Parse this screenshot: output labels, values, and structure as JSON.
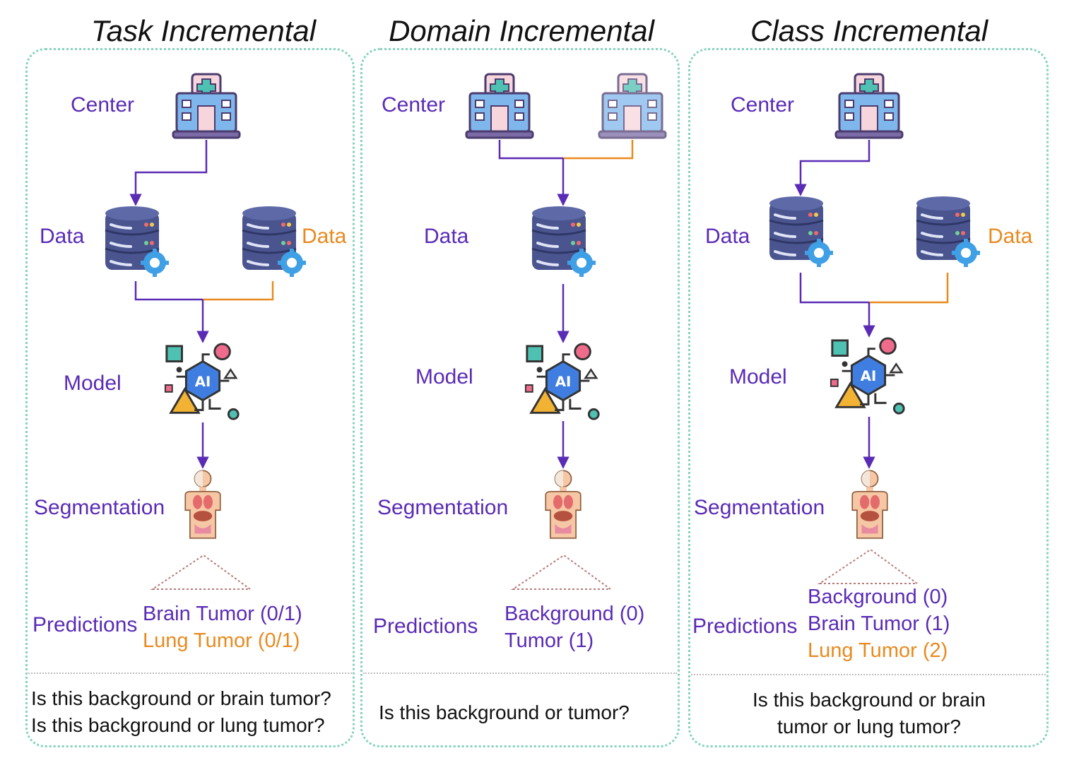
{
  "columns": [
    {
      "title": "Task Incremental",
      "labels": {
        "center": "Center",
        "data_left": "Data",
        "data_right": "Data",
        "model": "Model",
        "segmentation": "Segmentation",
        "predictions": "Predictions"
      },
      "prediction_lines": [
        {
          "text": "Brain Tumor (0/1)",
          "color": "purple"
        },
        {
          "text": "Lung Tumor (0/1)",
          "color": "orange"
        }
      ],
      "questions": [
        "Is this background or brain tumor?",
        "Is this background or lung tumor?"
      ]
    },
    {
      "title": "Domain Incremental",
      "labels": {
        "center": "Center",
        "data": "Data",
        "model": "Model",
        "segmentation": "Segmentation",
        "predictions": "Predictions"
      },
      "prediction_lines": [
        {
          "text": "Background (0)",
          "color": "purple"
        },
        {
          "text": "Tumor (1)",
          "color": "purple"
        }
      ],
      "questions": [
        "Is this background or tumor?"
      ]
    },
    {
      "title": "Class Incremental",
      "labels": {
        "center": "Center",
        "data_left": "Data",
        "data_right": "Data",
        "model": "Model",
        "segmentation": "Segmentation",
        "predictions": "Predictions"
      },
      "prediction_lines": [
        {
          "text": "Background (0)",
          "color": "purple"
        },
        {
          "text": "Brain Tumor (1)",
          "color": "purple"
        },
        {
          "text": "Lung Tumor (2)",
          "color": "orange"
        }
      ],
      "questions": [
        "Is this background or brain",
        "tumor or lung tumor?"
      ]
    }
  ],
  "colors": {
    "purple": "#5a2bb5",
    "orange": "#e88a1f",
    "panel_border": "#86d3bd"
  },
  "icons": [
    "hospital-icon",
    "database-icon",
    "ai-model-icon",
    "human-anatomy-icon"
  ]
}
